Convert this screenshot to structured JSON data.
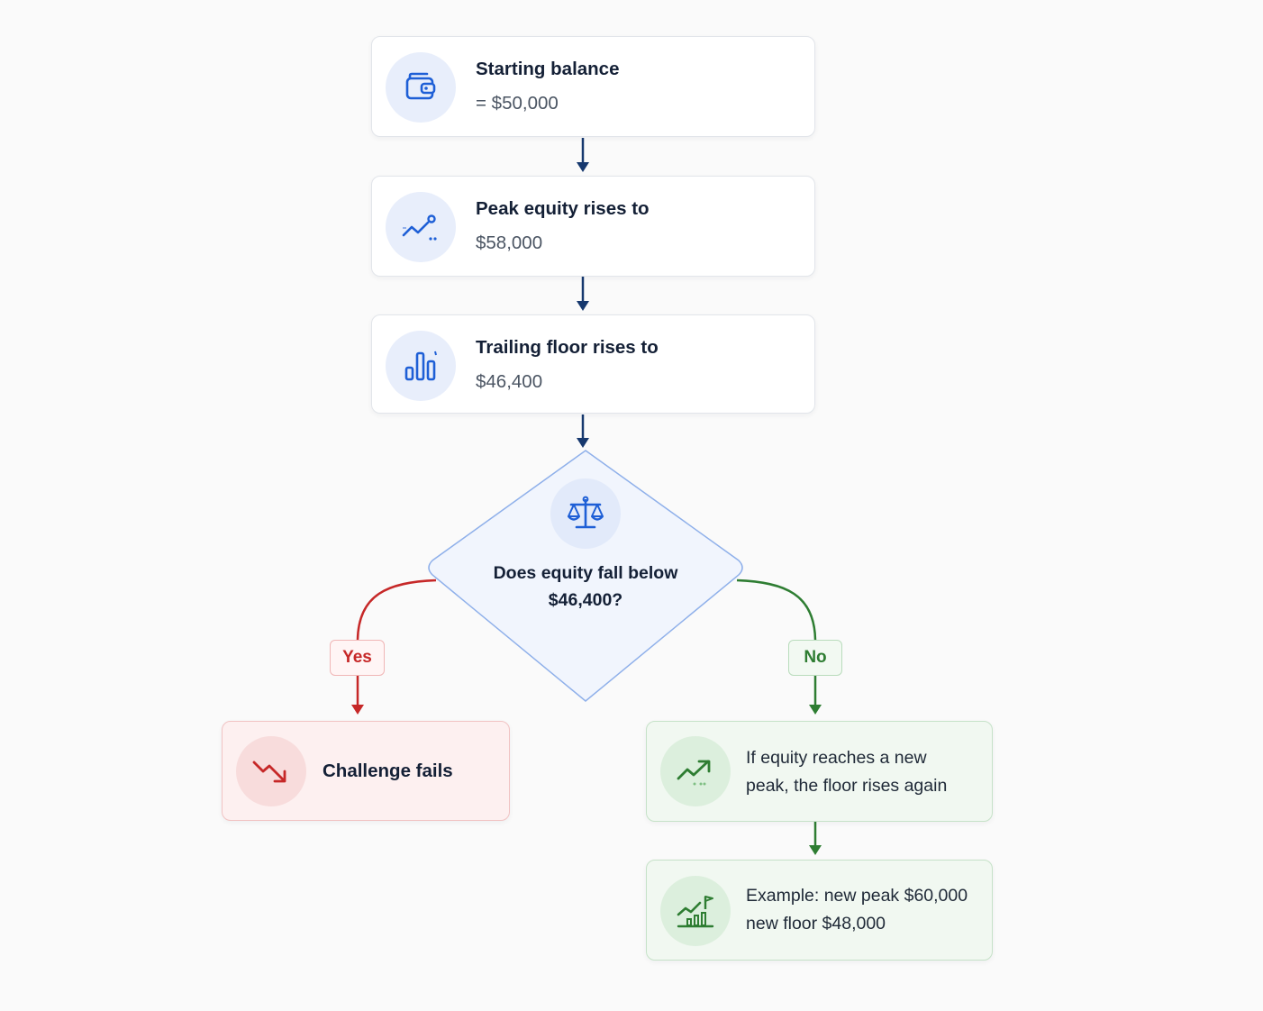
{
  "steps": [
    {
      "title": "Starting balance",
      "value": "= $50,000",
      "icon": "wallet-icon"
    },
    {
      "title": "Peak equity rises to",
      "value": "$58,000",
      "icon": "trend-up-icon"
    },
    {
      "title": "Trailing floor rises to",
      "value": "$46,400",
      "icon": "bar-chart-icon"
    }
  ],
  "decision": {
    "icon": "scale-icon",
    "line1": "Does equity fall below",
    "line2": "$46,400?"
  },
  "branches": {
    "yes_label": "Yes",
    "no_label": "No"
  },
  "outcomes": {
    "fail": {
      "text": "Challenge fails",
      "icon": "trend-down-icon"
    },
    "continue": {
      "line1": "If equity reaches a new",
      "line2": "peak, the floor rises again",
      "icon": "trend-up-icon"
    },
    "example": {
      "line1": "Example: new peak $60,000",
      "line2": "new floor $48,000",
      "icon": "chart-flag-icon"
    }
  },
  "colors": {
    "blue": "#1e5fd6",
    "navy_arrow": "#16386e",
    "red": "#c62828",
    "green": "#2e7d32"
  }
}
